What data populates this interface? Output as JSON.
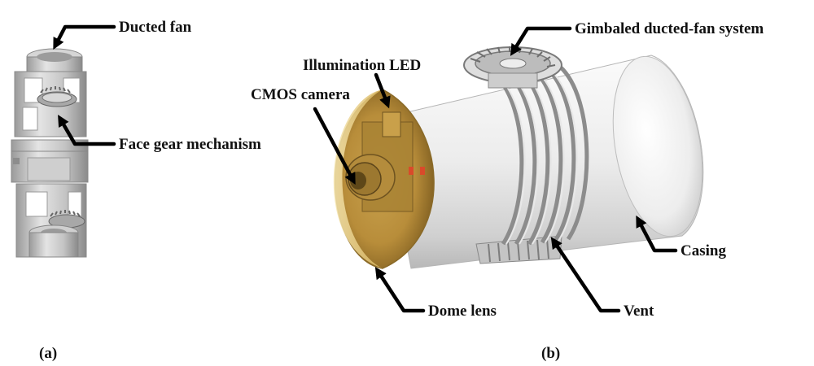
{
  "labels": {
    "ducted_fan": "Ducted fan",
    "face_gear": "Face gear mechanism",
    "gimbaled": "Gimbaled ducted-fan system",
    "illumination_led": "Illumination LED",
    "cmos_camera": "CMOS camera",
    "casing": "Casing",
    "dome_lens": "Dome lens",
    "vent": "Vent"
  },
  "panels": {
    "a": "(a)",
    "b": "(b)"
  },
  "colors": {
    "metal_light": "#e2e2e2",
    "metal_mid": "#b4b4b4",
    "metal_dark": "#7e7e7e",
    "dome_gold": "#d3ad55",
    "casing_white": "#f0f0f0",
    "arrow": "#000000"
  }
}
